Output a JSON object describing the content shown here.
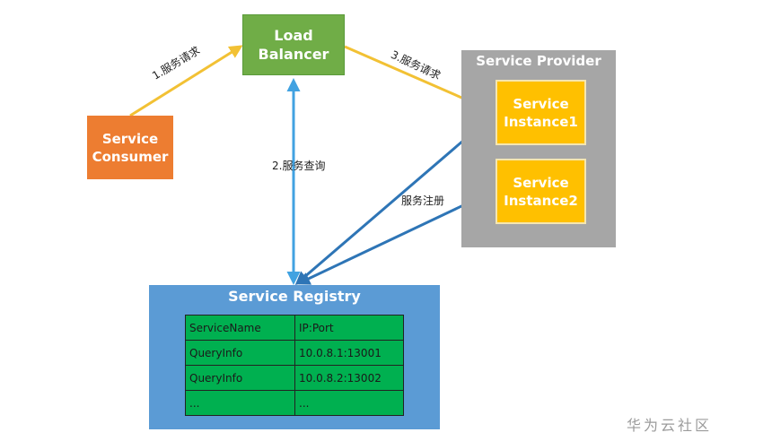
{
  "nodes": {
    "consumer": [
      "Service",
      "Consumer"
    ],
    "load_balancer": [
      "Load",
      "Balancer"
    ],
    "provider_title": "Service Provider",
    "instance1": [
      "Service",
      "Instance1"
    ],
    "instance2": [
      "Service",
      "Instance2"
    ],
    "registry_title": "Service Registry"
  },
  "registry_table": {
    "headers": [
      "ServiceName",
      "IP:Port"
    ],
    "rows": [
      [
        "QueryInfo",
        "10.0.8.1:13001"
      ],
      [
        "QueryInfo",
        "10.0.8.2:13002"
      ],
      [
        "...",
        "..."
      ]
    ]
  },
  "edges": {
    "request1": "1.服务请求",
    "query": "2.服务查询",
    "request3": "3.服务请求",
    "register": "服务注册"
  },
  "colors": {
    "consumer": "#ed7d31",
    "load_balancer": "#70ad47",
    "provider": "#a6a6a6",
    "instance": "#ffc000",
    "registry": "#5b9bd5",
    "table": "#00b050",
    "request_arrow": "#f2c134",
    "query_arrow": "#41a2e1",
    "register_arrow": "#2e75b6"
  },
  "watermark": "华为云社区"
}
